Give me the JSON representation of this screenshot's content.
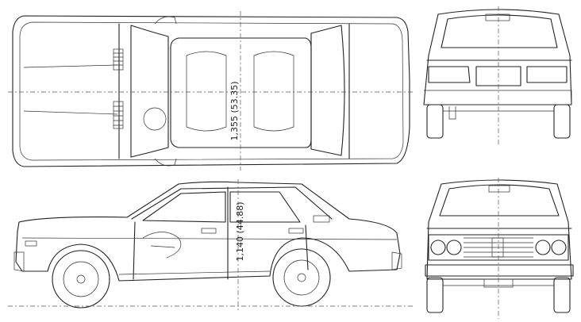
{
  "dimensions": {
    "height_top": "1,355 (53.35)",
    "height_side": "1,140 (44.88)"
  },
  "views": {
    "top": "top-view",
    "side": "side-view",
    "rear": "rear-view",
    "front": "front-view"
  },
  "colors": {
    "line": "#222222",
    "background": "#ffffff"
  }
}
